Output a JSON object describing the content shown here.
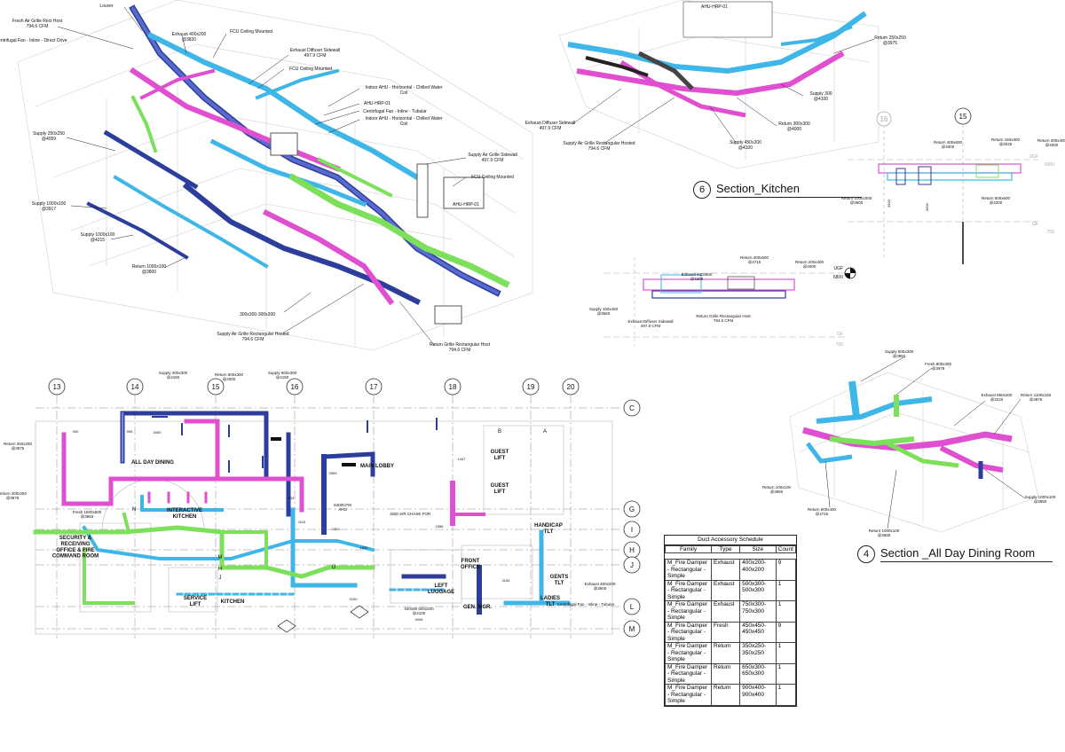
{
  "iso_top_left": {
    "labels": [
      "Louver",
      "Fresh Air Grille Rect Host\n794.6 CFM",
      "Centrifugal Fan - Inline - Direct Drive",
      "Exhaust 400x200\n@3820",
      "FCU Ceiling Mounted",
      "Exhaust Diffuser Sidewall\n497.9 CFM",
      "FCU Ceiling Mounted",
      "Indoor AHU - Horizontal - Chilled Water\nCoil",
      "AHU-HRP-01",
      "Centrifugal Fan - Inline - Tubular",
      "Indoor AHU - Horizontal - Chilled Water\nCoil",
      "Supply 250x250\n@4059",
      "Supply Air Grille Sidewall\n497.9 CFM",
      "FCU Ceiling Mounted",
      "AHU-HRP-01",
      "Supply 1000x100\n@3917",
      "Supply 1000x100\n@4215",
      "Return 1000x100\n@3800",
      "300x300-300x300",
      "Supply Air Grille Rectangular Hosted\n794.6 CFM",
      "Return Grille Rectangular Host\n794.6 CFM"
    ]
  },
  "iso_top_right": {
    "labels": [
      "AHU-HRP-01",
      "Return 250x250\n@3975",
      "Supply 300\n@4100",
      "Exhaust Diffuser Sidewall\n497.9 CFM",
      "Supply Air Grille Rectangular Hosted\n794.6 CFM",
      "Return 300x300\n@4000",
      "Supply 450x200\n@4100"
    ],
    "section_number": "6",
    "section_name": "Section_Kitchen"
  },
  "section_15": {
    "grids": [
      "16",
      "15"
    ],
    "labels": [
      "Return 400x600\n@4000",
      "Return 150x300\n@4025",
      "Return 300x400\n@4000",
      "Return 100x1000\n@3600",
      "Return 500x600\n@4200"
    ],
    "levels": [
      {
        "name": "UGF",
        "elev": "6000"
      },
      {
        "name": "GF",
        "elev": "750"
      }
    ],
    "dims": [
      "3900",
      "3600"
    ]
  },
  "section_mid": {
    "labels": [
      "Return 400x600\n@4715",
      "Return 200x400\n@4000",
      "Exhaust 600x600\n@4300",
      "Supply 150x450\n@3660",
      "Exhaust Diffuser Sidewall\n497.9 CFM",
      "Return Grille Rectangular Host\n794.6 CFM"
    ],
    "levels": [
      {
        "name": "UGF",
        "elev": "6800"
      },
      {
        "name": "GF",
        "elev": "750"
      }
    ]
  },
  "plan": {
    "col_grids": [
      "13",
      "14",
      "15",
      "16",
      "17",
      "18",
      "19",
      "20"
    ],
    "row_grids": [
      "C",
      "G",
      "I",
      "H",
      "J",
      "L",
      "M"
    ],
    "rooms": [
      "ALL DAY DINING",
      "MAIN LOBBY",
      "INTERACTIVE\nKITCHEN",
      "GUEST\nLIFT",
      "GUEST\nLIFT",
      "HANDICAP\nTLT",
      "SECURITY &\nRECEIVING\nOFFICE & FIRE\nCOMMAND ROOM",
      "FRONT\nOFFICE",
      "LEFT\nLUGGAGE",
      "GENTS\nTLT",
      "SERVICE\nLIFT",
      "KITCHEN",
      "GEN. MGR.",
      "LADIES\nTLT"
    ],
    "labels": [
      "Supply 300x300\n@4150",
      "Return 600x300\n@4000",
      "Supply 600x300\n@4150",
      "Return 250x250\n@3975",
      "Return 400x250\n@3975",
      "Fresh 1500x500\n@3963",
      "Exhaust 400x200\n@3600",
      "Centrifugal Fan - Inline - Tubular",
      "340x80 600x200\n@4100",
      "1500 S/R CHASE FOR",
      "6400CFM\nAHU"
    ],
    "dims": [
      "900",
      "906",
      "3400",
      "2569",
      "1447",
      "903",
      "1110",
      "2202",
      "1554",
      "1556",
      "3154",
      "3100",
      "4006",
      "B",
      "A",
      "M",
      "H",
      "J",
      "N",
      "G"
    ]
  },
  "iso_bottom_right": {
    "labels": [
      "Supply 600x300\n@3981",
      "Fresh 800x300\n@3979",
      "Exhaust 850x200\n@3220",
      "Return 1100x150\n@3975",
      "Supply 1000x100\n@3650",
      "Return 900x400\n@4715",
      "Return 1000x100\n@3650",
      "Return 100x100\n@3950"
    ],
    "section_number": "4",
    "section_name": "Section _All Day Dining Room"
  },
  "schedule": {
    "title": "Duct Accessory Schedule",
    "headers": [
      "Family",
      "Type",
      "Size",
      "Count"
    ],
    "rows": [
      {
        "family": "M_Fire Damper - Rectangular - Simple",
        "type": "Exhaust",
        "size": "400x200-400x200",
        "count": "9"
      },
      {
        "family": "M_Fire Damper - Rectangular - Simple",
        "type": "Exhaust",
        "size": "500x300-500x300",
        "count": "1"
      },
      {
        "family": "M_Fire Damper - Rectangular - Simple",
        "type": "Exhaust",
        "size": "750x300-750x300",
        "count": "1"
      },
      {
        "family": "M_Fire Damper - Rectangular - Simple",
        "type": "Fresh",
        "size": "450x450-450x450",
        "count": "9"
      },
      {
        "family": "M_Fire Damper - Rectangular - Simple",
        "type": "Return",
        "size": "350x250-350x250",
        "count": "1"
      },
      {
        "family": "M_Fire Damper - Rectangular - Simple",
        "type": "Return",
        "size": "650x300-650x300",
        "count": "1"
      },
      {
        "family": "M_Fire Damper - Rectangular - Simple",
        "type": "Return",
        "size": "900x400-900x400",
        "count": "1"
      }
    ]
  },
  "colors": {
    "supply": "#3fb6e8",
    "supply_dark": "#2c3d9c",
    "return": "#e04fd0",
    "fresh": "#7de05a",
    "exhaust": "#3a48b8",
    "linework": "#9a9a9a",
    "text": "#111111"
  }
}
